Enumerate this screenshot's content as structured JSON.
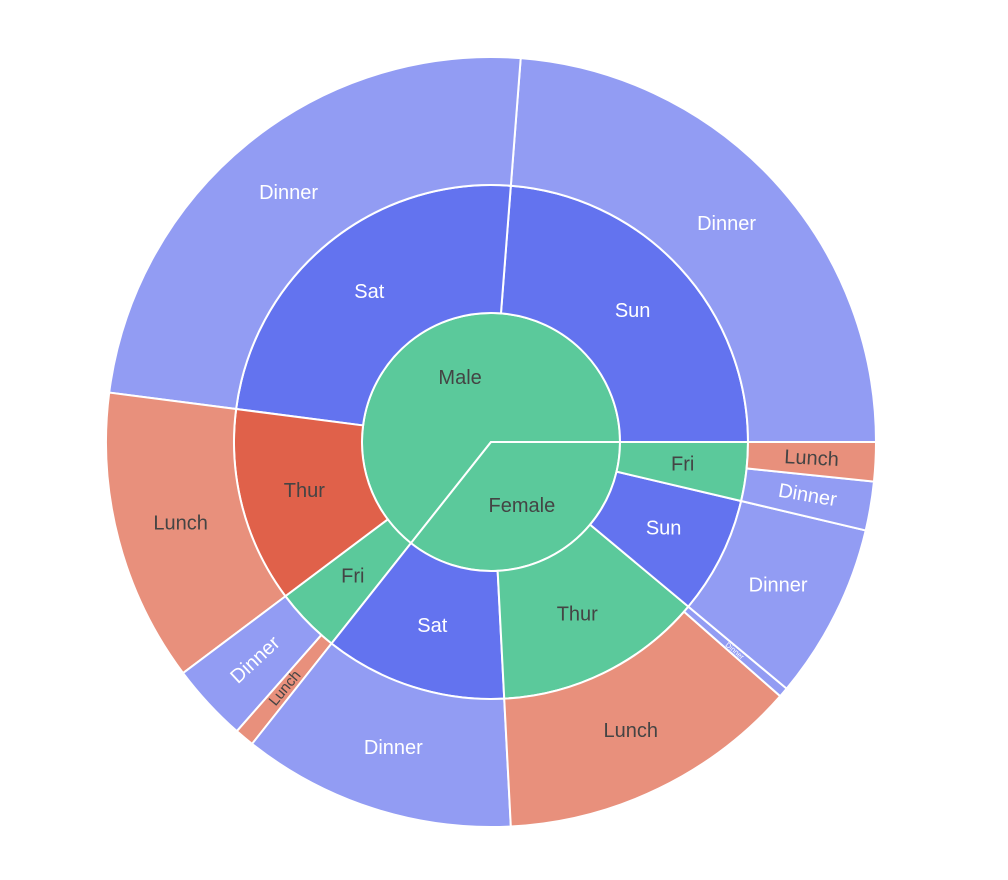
{
  "chart_data": {
    "type": "sunburst",
    "title": "",
    "start_angle_deg": 0,
    "direction": "counterclockwise",
    "levels": [
      "sex",
      "day",
      "time"
    ],
    "nodes": [
      {
        "id": "Male",
        "label": "Male",
        "parent": "",
        "value": 157,
        "color": "#5BC99B",
        "text_color": "#444444"
      },
      {
        "id": "Female",
        "label": "Female",
        "parent": "",
        "value": 87,
        "color": "#5BC99B",
        "text_color": "#444444"
      },
      {
        "id": "Male/Sun",
        "label": "Sun",
        "parent": "Male",
        "value": 58,
        "color": "#6373EF",
        "text_color": "#ffffff"
      },
      {
        "id": "Male/Sat",
        "label": "Sat",
        "parent": "Male",
        "value": 59,
        "color": "#6373EF",
        "text_color": "#ffffff"
      },
      {
        "id": "Male/Thur",
        "label": "Thur",
        "parent": "Male",
        "value": 30,
        "color": "#E0614A",
        "text_color": "#444444"
      },
      {
        "id": "Male/Fri",
        "label": "Fri",
        "parent": "Male",
        "value": 10,
        "color": "#5BC99B",
        "text_color": "#444444"
      },
      {
        "id": "Female/Sat",
        "label": "Sat",
        "parent": "Female",
        "value": 28,
        "color": "#6373EF",
        "text_color": "#ffffff"
      },
      {
        "id": "Female/Thur",
        "label": "Thur",
        "parent": "Female",
        "value": 32,
        "color": "#5BC99B",
        "text_color": "#444444"
      },
      {
        "id": "Female/Sun",
        "label": "Sun",
        "parent": "Female",
        "value": 18,
        "color": "#6373EF",
        "text_color": "#ffffff"
      },
      {
        "id": "Female/Fri",
        "label": "Fri",
        "parent": "Female",
        "value": 9,
        "color": "#5BC99B",
        "text_color": "#444444"
      },
      {
        "id": "Male/Sun/Dinner",
        "label": "Dinner",
        "parent": "Male/Sun",
        "value": 58,
        "color": "#929CF3",
        "text_color": "#ffffff"
      },
      {
        "id": "Male/Sat/Dinner",
        "label": "Dinner",
        "parent": "Male/Sat",
        "value": 59,
        "color": "#929CF3",
        "text_color": "#ffffff"
      },
      {
        "id": "Male/Thur/Lunch",
        "label": "Lunch",
        "parent": "Male/Thur",
        "value": 30,
        "color": "#E8907C",
        "text_color": "#444444"
      },
      {
        "id": "Male/Fri/Dinner",
        "label": "Dinner",
        "parent": "Male/Fri",
        "value": 8,
        "color": "#929CF3",
        "text_color": "#ffffff"
      },
      {
        "id": "Male/Fri/Lunch",
        "label": "Lunch",
        "parent": "Male/Fri",
        "value": 2,
        "color": "#E8907C",
        "text_color": "#444444"
      },
      {
        "id": "Female/Sat/Dinner",
        "label": "Dinner",
        "parent": "Female/Sat",
        "value": 28,
        "color": "#929CF3",
        "text_color": "#ffffff"
      },
      {
        "id": "Female/Thur/Lunch",
        "label": "Lunch",
        "parent": "Female/Thur",
        "value": 31,
        "color": "#E8907C",
        "text_color": "#444444"
      },
      {
        "id": "Female/Thur/Dinner",
        "label": "Dinner",
        "parent": "Female/Thur",
        "value": 1,
        "color": "#929CF3",
        "text_color": "#ffffff"
      },
      {
        "id": "Female/Sun/Dinner",
        "label": "Dinner",
        "parent": "Female/Sun",
        "value": 18,
        "color": "#929CF3",
        "text_color": "#ffffff"
      },
      {
        "id": "Female/Fri/Dinner",
        "label": "Dinner",
        "parent": "Female/Fri",
        "value": 5,
        "color": "#929CF3",
        "text_color": "#ffffff"
      },
      {
        "id": "Female/Fri/Lunch",
        "label": "Lunch",
        "parent": "Female/Fri",
        "value": 4,
        "color": "#E8907C",
        "text_color": "#444444"
      }
    ]
  }
}
